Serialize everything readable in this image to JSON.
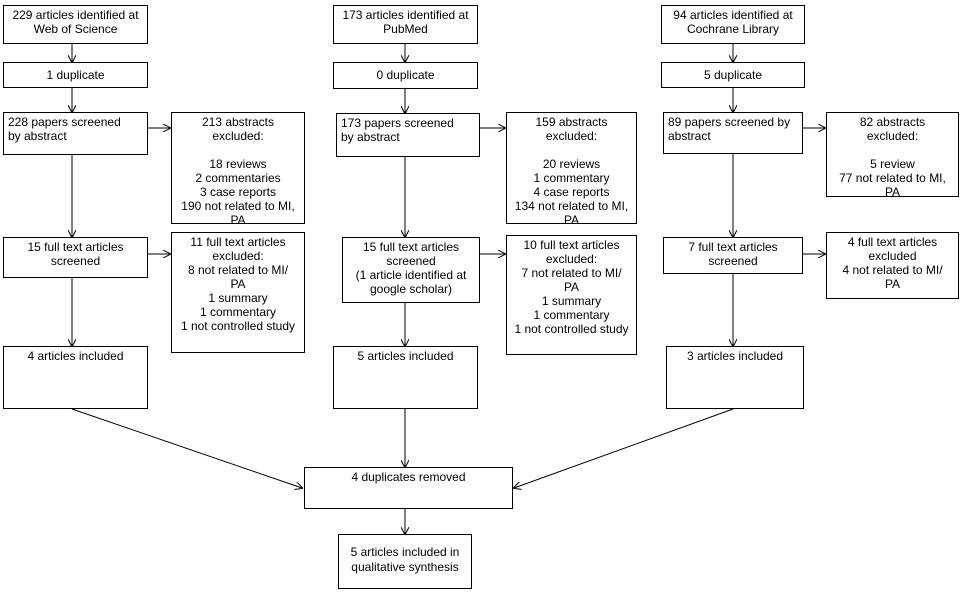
{
  "sources": [
    {
      "identified": "229 articles identified at\nWeb of Science",
      "duplicate": "1 duplicate",
      "screened": "228  papers  screened\nby abstract",
      "abstracts_excluded": "213 abstracts\nexcluded:\n\n18 reviews\n2 commentaries\n3 case reports\n190 not related to MI,\nPA",
      "fulltext_screened": "15 full text articles\nscreened",
      "fulltext_excluded": "11 full text articles\nexcluded:\n8 not related to MI/\nPA\n1 summary\n1 commentary\n1 not controlled study",
      "included": "4 articles included"
    },
    {
      "identified": "173 articles identified at\nPubMed",
      "duplicate": "0 duplicate",
      "screened": "173   papers   screened\nby abstract",
      "abstracts_excluded": "159 abstracts\nexcluded:\n\n20 reviews\n1 commentary\n4 case reports\n134 not related to MI,\nPA",
      "fulltext_screened": "15 full text articles\nscreened\n(1 article identified at\ngoogle scholar)",
      "fulltext_excluded": "10 full text articles\nexcluded:\n7 not related to MI/\nPA\n1 summary\n1 commentary\n1 not controlled study",
      "included": "5 articles included"
    },
    {
      "identified": "94 articles identified at\nCochrane Library",
      "duplicate": "5 duplicate",
      "screened": "89 papers screened by\nabstract",
      "abstracts_excluded": "82 abstracts\nexcluded:\n\n5 review\n77 not related to MI,\nPA",
      "fulltext_screened": "7 full text articles\nscreened",
      "fulltext_excluded": "4 full text articles\nexcluded\n4 not related to MI/\nPA",
      "included": "3 articles included"
    }
  ],
  "merge": {
    "duplicates_removed": "4 duplicates removed",
    "final": "5 articles included in\nqualitative synthesis"
  }
}
